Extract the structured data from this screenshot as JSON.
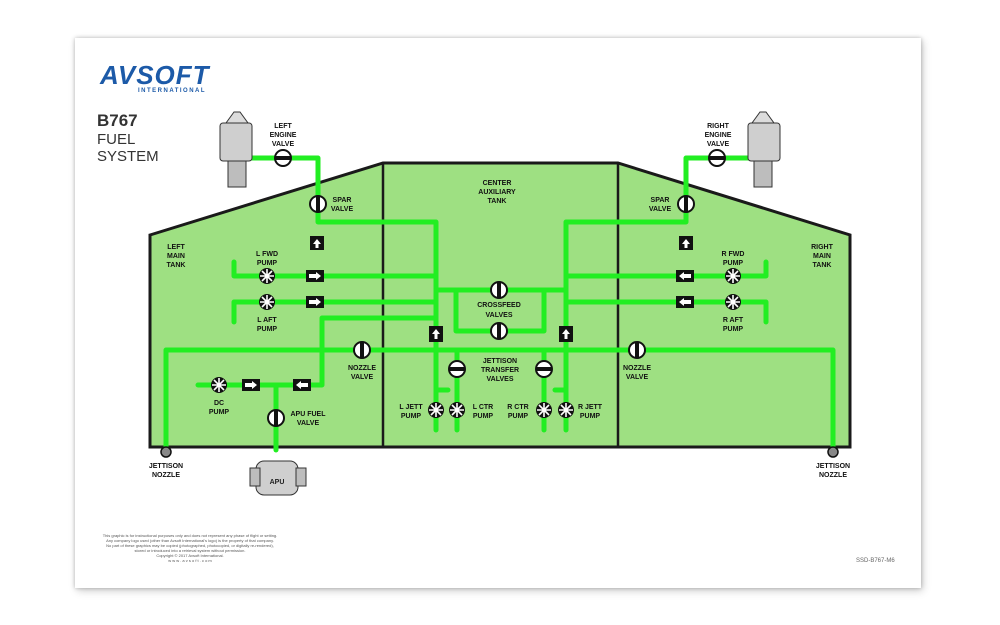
{
  "logo": {
    "brand": "AVSOFT",
    "sub": "INTERNATIONAL"
  },
  "title": {
    "model": "B767",
    "line1": "FUEL",
    "line2": "SYSTEM"
  },
  "tanks": {
    "left": [
      "LEFT",
      "MAIN",
      "TANK"
    ],
    "center": [
      "CENTER",
      "AUXILIARY",
      "TANK"
    ],
    "right": [
      "RIGHT",
      "MAIN",
      "TANK"
    ]
  },
  "labels": {
    "left_engine_valve": [
      "LEFT",
      "ENGINE",
      "VALVE"
    ],
    "right_engine_valve": [
      "RIGHT",
      "ENGINE",
      "VALVE"
    ],
    "left_spar_valve": [
      "SPAR",
      "VALVE"
    ],
    "right_spar_valve": [
      "SPAR",
      "VALVE"
    ],
    "l_fwd_pump": [
      "L FWD",
      "PUMP"
    ],
    "l_aft_pump": [
      "L AFT",
      "PUMP"
    ],
    "r_fwd_pump": [
      "R FWD",
      "PUMP"
    ],
    "r_aft_pump": [
      "R AFT",
      "PUMP"
    ],
    "crossfeed_valves": [
      "CROSSFEED",
      "VALVES"
    ],
    "left_nozzle_valve": [
      "NOZZLE",
      "VALVE"
    ],
    "right_nozzle_valve": [
      "NOZZLE",
      "VALVE"
    ],
    "jettison_transfer_valves": [
      "JETTISON",
      "TRANSFER",
      "VALVES"
    ],
    "dc_pump": [
      "DC",
      "PUMP"
    ],
    "apu_fuel_valve": [
      "APU FUEL",
      "VALVE"
    ],
    "l_jett_pump": [
      "L JETT",
      "PUMP"
    ],
    "l_ctr_pump": [
      "L CTR",
      "PUMP"
    ],
    "r_ctr_pump": [
      "R CTR",
      "PUMP"
    ],
    "r_jett_pump": [
      "R JETT",
      "PUMP"
    ],
    "left_jettison_nozzle": [
      "JETTISON",
      "NOZZLE"
    ],
    "right_jettison_nozzle": [
      "JETTISON",
      "NOZZLE"
    ],
    "apu": "APU"
  },
  "footer": [
    "This graphic is for instructional purposes only and does not represent any phase of flight or setting.",
    "Any company logo used (other than Avsoft International's logo) is the property of that company.",
    "No part of these graphics may be copied (photographed, photocopied, or digitally re-rendered),",
    "stored or introduced into a retrieval system without permission.",
    "Copyright © 2017 Avsoft International.",
    "w w w . a v s o f t . c o m"
  ],
  "doc_id": "SSD-B767-M6",
  "colors": {
    "fuel_line": "#22ee22",
    "tank_fill": "#9ee082",
    "outline": "#1a1a1a",
    "brand": "#1c5aa8"
  }
}
